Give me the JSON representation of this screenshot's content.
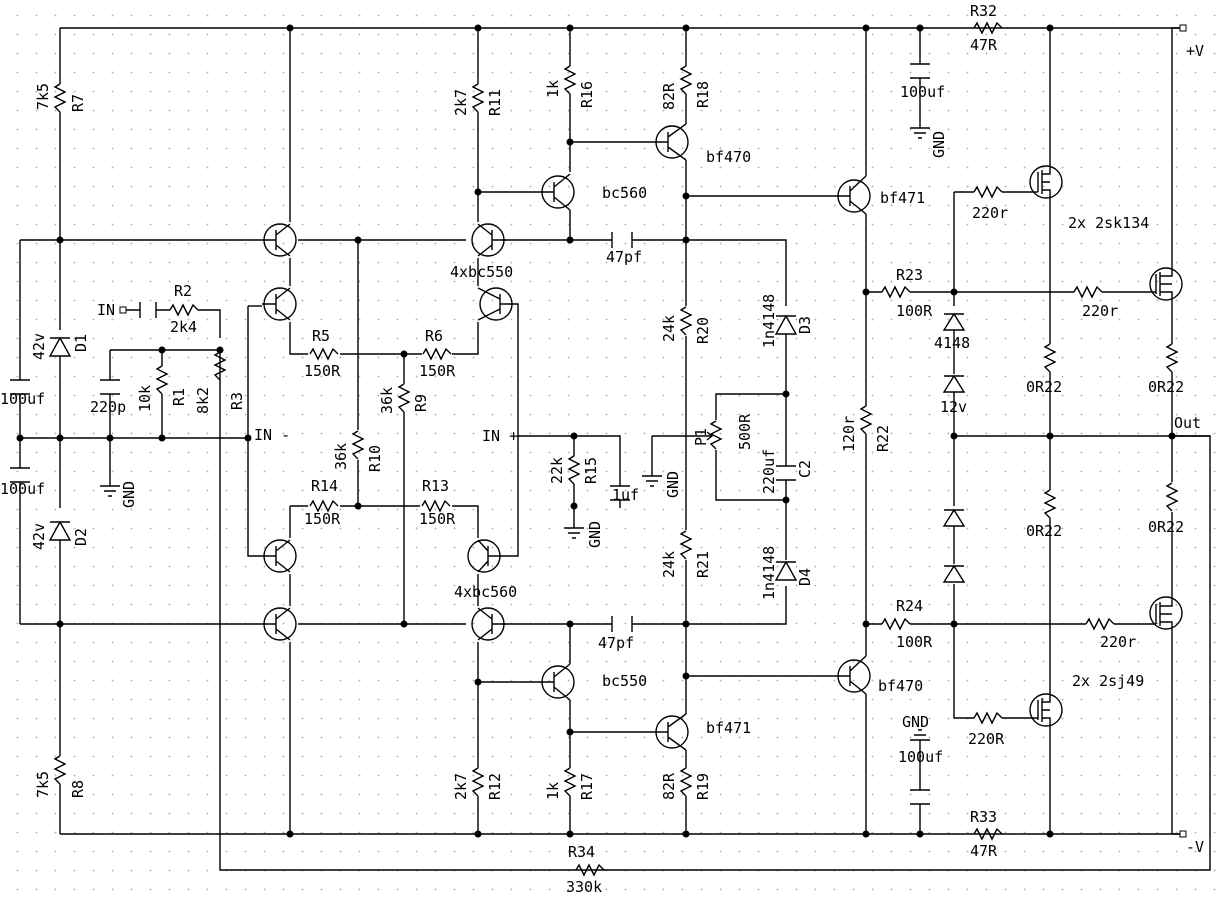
{
  "rails": {
    "pos": "+V",
    "neg": "-V",
    "out": "Out"
  },
  "inputs": {
    "in": "IN",
    "in_minus": "IN -",
    "in_plus": "IN +",
    "gnd": "GND"
  },
  "resistors": {
    "r1": {
      "name": "R1",
      "value": "10k"
    },
    "r2": {
      "name": "R2",
      "value": "2k4"
    },
    "r3": {
      "name": "R3",
      "value": "8k2"
    },
    "r5": {
      "name": "R5",
      "value": "150R"
    },
    "r6": {
      "name": "R6",
      "value": "150R"
    },
    "r7": {
      "name": "R7",
      "value": "7k5"
    },
    "r8": {
      "name": "R8",
      "value": "7k5"
    },
    "r9": {
      "name": "R9",
      "value": "36k"
    },
    "r10": {
      "name": "R10",
      "value": "36k"
    },
    "r11": {
      "name": "R11",
      "value": "2k7"
    },
    "r12": {
      "name": "R12",
      "value": "2k7"
    },
    "r13": {
      "name": "R13",
      "value": "150R"
    },
    "r14": {
      "name": "R14",
      "value": "150R"
    },
    "r15": {
      "name": "R15",
      "value": "22k"
    },
    "r16": {
      "name": "R16",
      "value": "1k"
    },
    "r17": {
      "name": "R17",
      "value": "1k"
    },
    "r18": {
      "name": "R18",
      "value": "82R"
    },
    "r19": {
      "name": "R19",
      "value": "82R"
    },
    "r20": {
      "name": "R20",
      "value": "24k"
    },
    "r21": {
      "name": "R21",
      "value": "24k"
    },
    "r22": {
      "name": "R22",
      "value": "120r"
    },
    "r23": {
      "name": "R23",
      "value": "100R"
    },
    "r24": {
      "name": "R24",
      "value": "100R"
    },
    "r32": {
      "name": "R32",
      "value": "47R"
    },
    "r33": {
      "name": "R33",
      "value": "47R"
    },
    "r34": {
      "name": "R34",
      "value": "330k"
    },
    "p1": {
      "name": "P1",
      "value": "500R"
    },
    "gate1": "220r",
    "gate2": "220r",
    "gate3": "220r",
    "gate4": "220R",
    "rs1": "0R22",
    "rs2": "0R22",
    "rs3": "0R22",
    "rs4": "0R22"
  },
  "capacitors": {
    "c_in": "220p",
    "c_top": "100uf",
    "c_bot": "100uf",
    "c_comp1": "47pf",
    "c_comp2": "47pf",
    "c_1uf": "1uf",
    "c2": {
      "name": "C2",
      "value": "220uf"
    },
    "c_rail_top": "100uf",
    "c_rail_bot": "100uf"
  },
  "diodes": {
    "d1": {
      "name": "D1",
      "value": "42v"
    },
    "d2": {
      "name": "D2",
      "value": "42v"
    },
    "d3": {
      "name": "D3",
      "value": "1n4148"
    },
    "d4": {
      "name": "D4",
      "value": "1n4148"
    },
    "d4148": "4148",
    "dz12": "12v"
  },
  "transistors": {
    "q_bc550": "4xbc550",
    "q_bc560_group": "4xbc560",
    "q_bc560": "bc560",
    "q_bc550_single": "bc550",
    "q_bf470_top": "bf470",
    "q_bf471_bot": "bf471",
    "q_bf471_drv": "bf471",
    "q_bf470_drv": "bf470",
    "n_mosfets": "2x 2sk134",
    "p_mosfets": "2x 2sj49"
  }
}
